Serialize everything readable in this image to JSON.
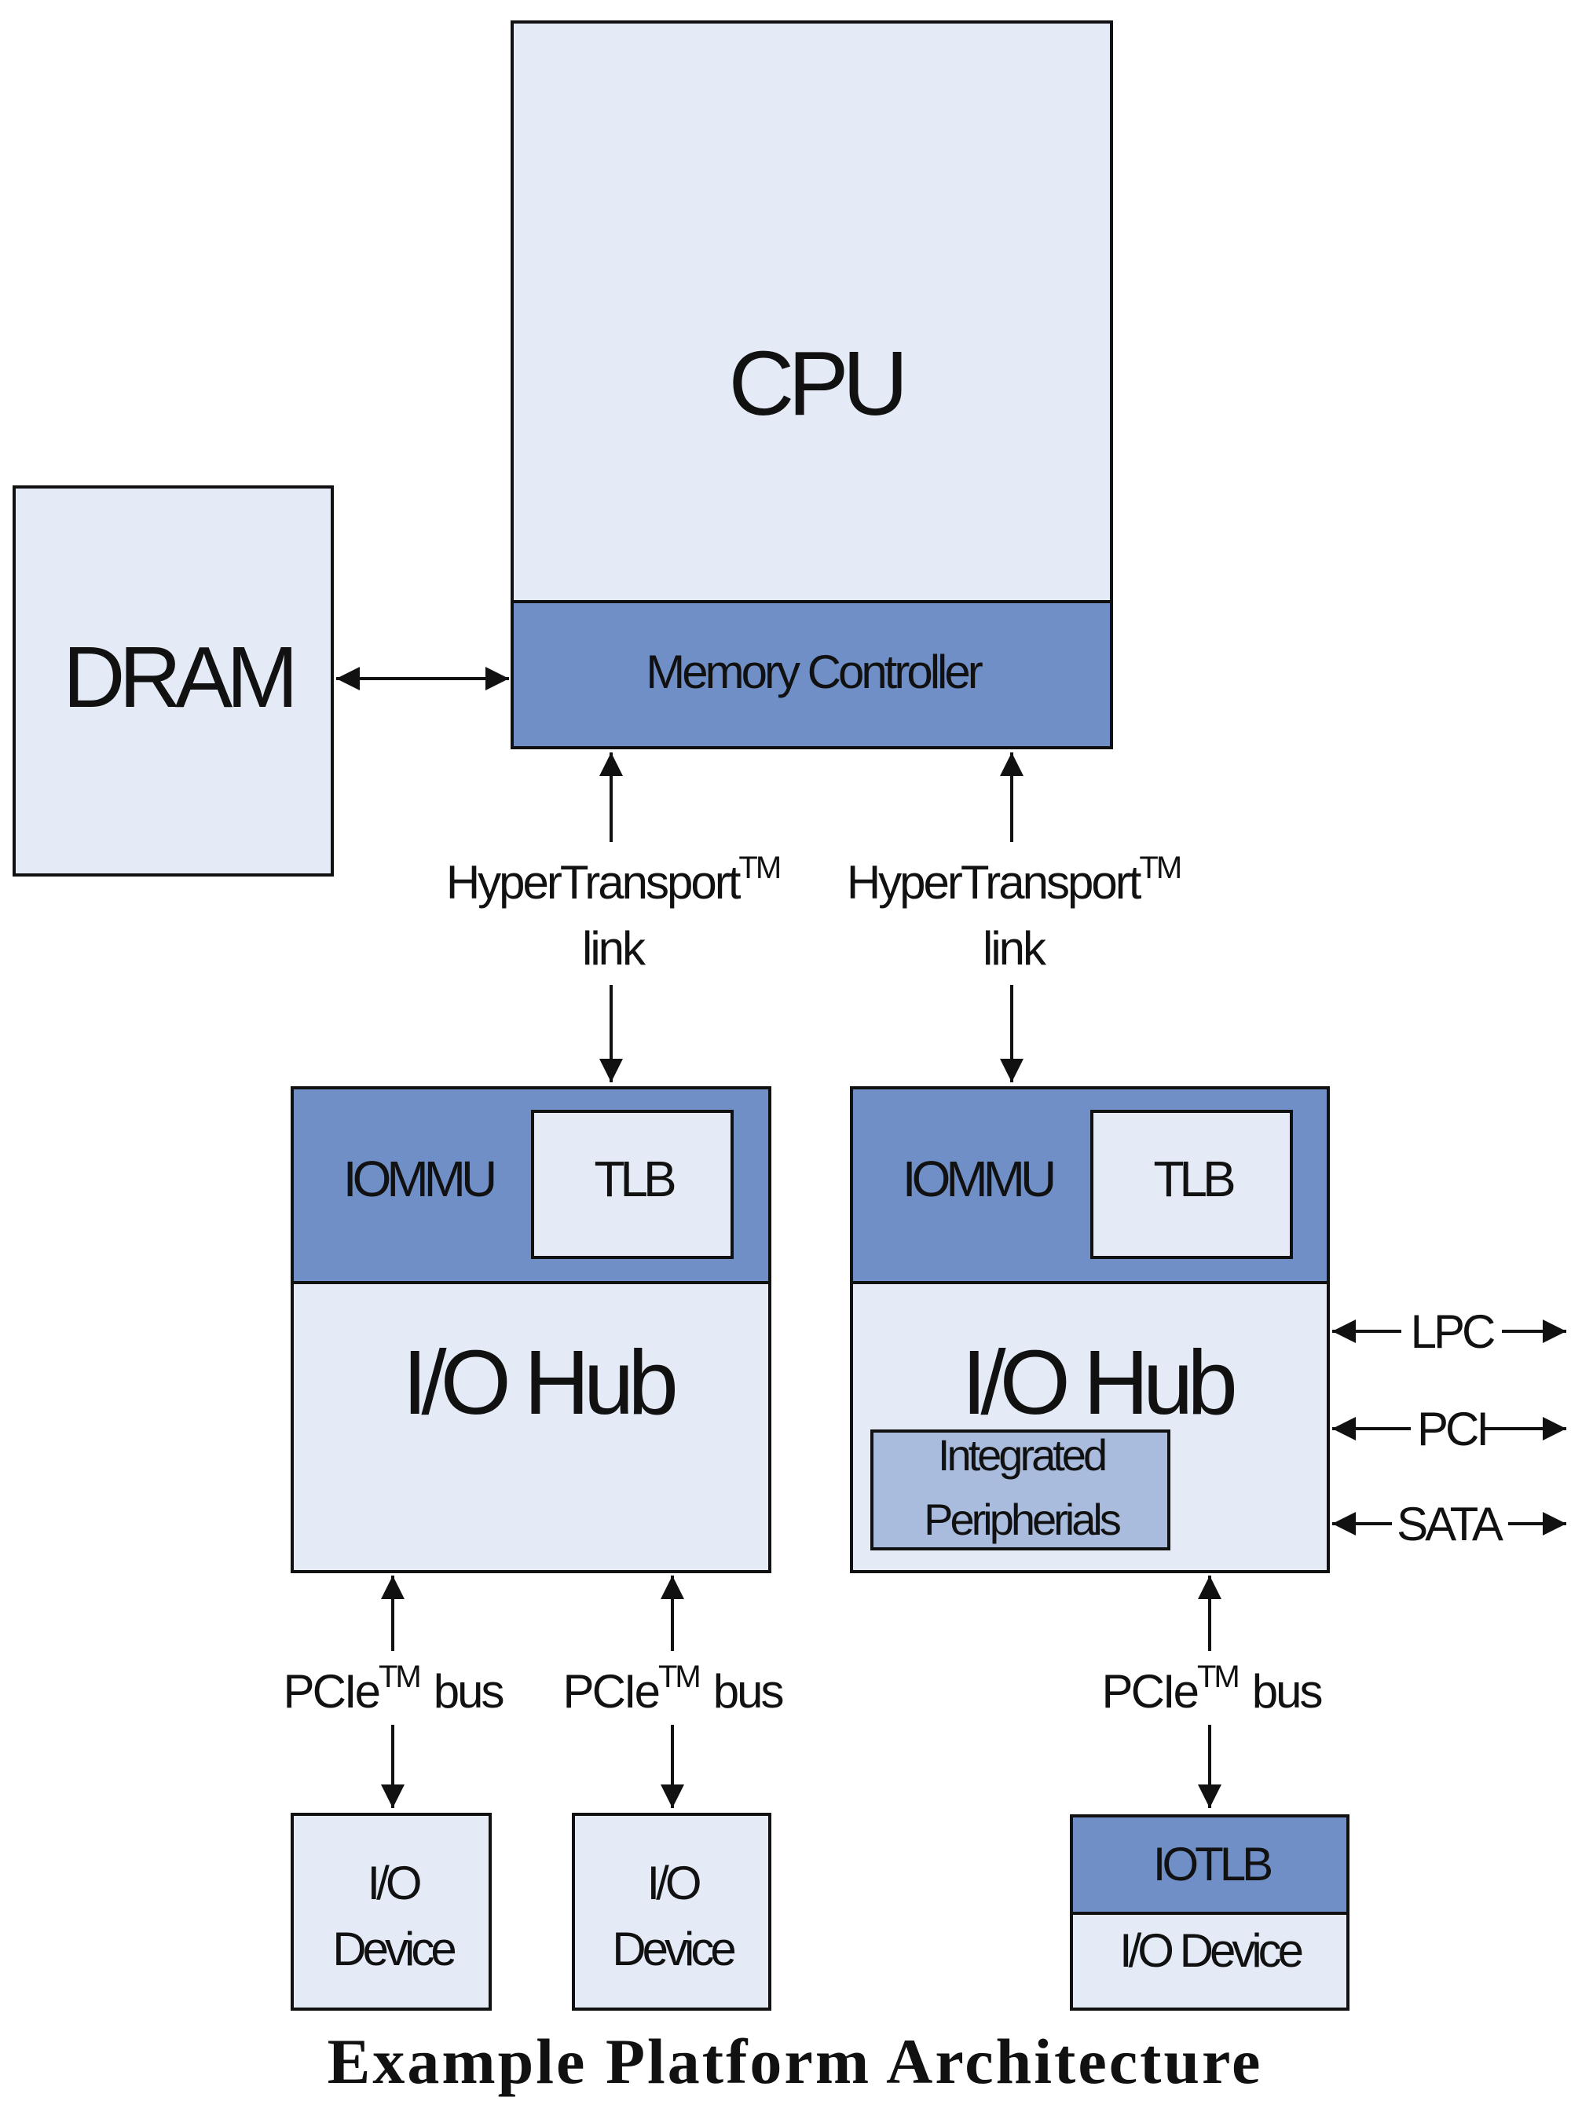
{
  "colors": {
    "light_fill": "#e4ebf6",
    "dark_fill": "#6f8fc6",
    "mid_fill": "#a9bcdd",
    "stroke": "#111111"
  },
  "boxes": {
    "cpu": "CPU",
    "memory_controller": "Memory Controller",
    "dram": "DRAM",
    "iommu": "IOMMU",
    "tlb": "TLB",
    "io_hub": "I/O Hub",
    "integrated_line1": "Integrated",
    "integrated_line2": "Peripherials",
    "io_device_line1": "I/O",
    "io_device_line2": "Device",
    "iotlb": "IOTLB",
    "io_device_single": "I/O Device"
  },
  "links": {
    "hypertransport": "HyperTransport",
    "tm": "TM",
    "link": "link",
    "pcie": "PCIe",
    "bus": "bus"
  },
  "side_buses": {
    "lpc": "LPC",
    "pci": "PCI",
    "sata": "SATA"
  },
  "caption": "Example Platform Architecture"
}
